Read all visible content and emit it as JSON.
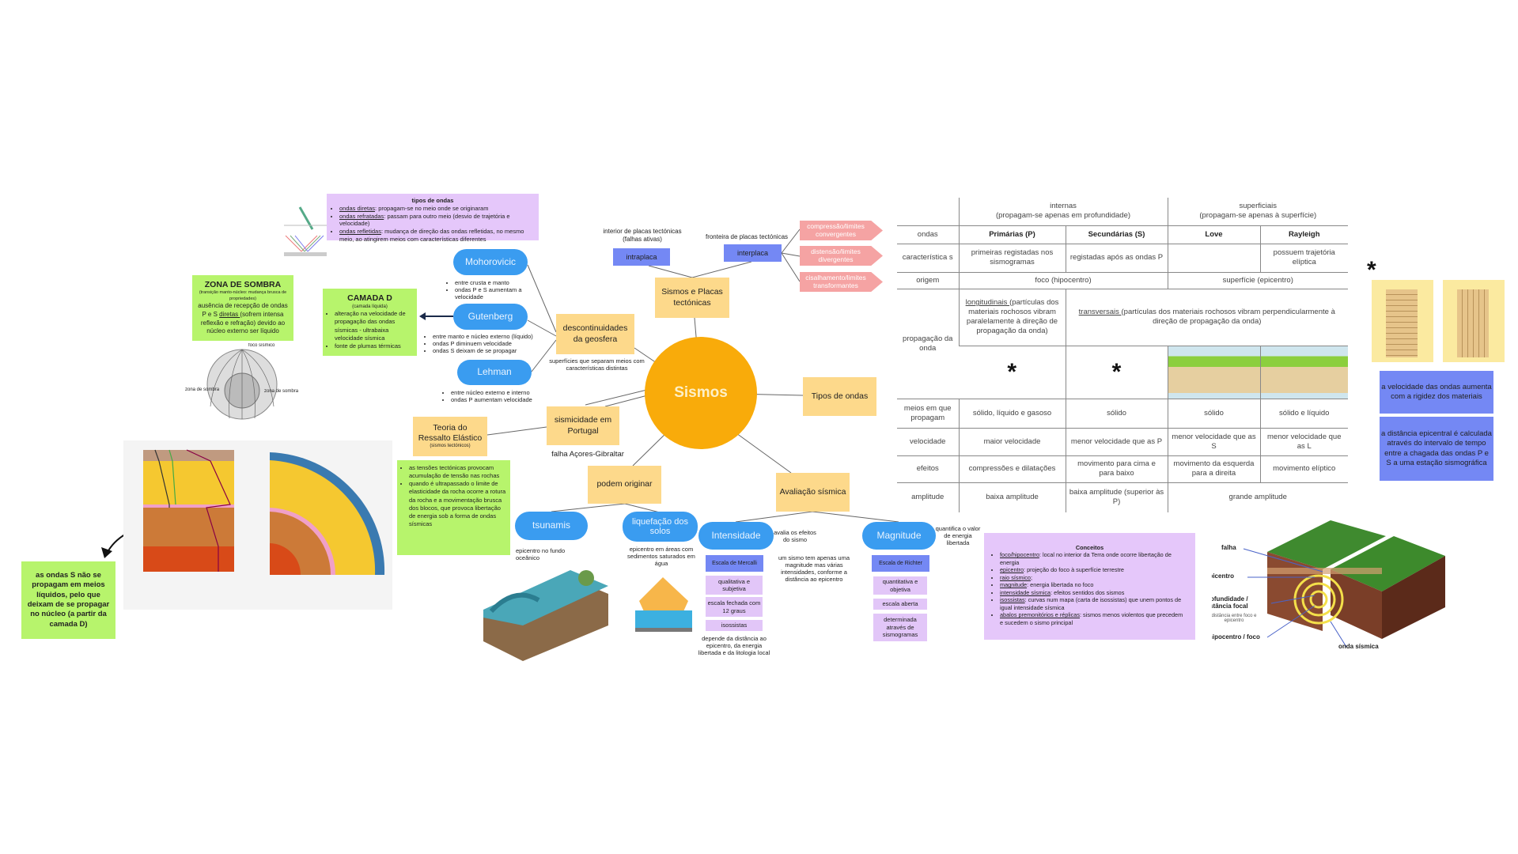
{
  "center": {
    "title": "Sismos"
  },
  "tipos_ondas_box": {
    "title": "tipos de ondas",
    "items": [
      {
        "term": "ondas diretas",
        "text": ": propagam-se no meio onde se originaram"
      },
      {
        "term": "ondas refratadas",
        "text": ": passam para outro meio (desvio de trajetória e velocidade)"
      },
      {
        "term": "ondas refletidas",
        "text": ": mudança de direção das ondas refletidas, no mesmo meio, ao atingirem meios com características diferentes"
      }
    ]
  },
  "discontinuities": {
    "label": "descontinuidades da geosfera",
    "note": "superfícies que separam meios com características distintas",
    "items": [
      {
        "name": "Mohorovicic",
        "bullets": [
          "entre crusta e manto",
          "ondas P e S aumentam a velocidade"
        ]
      },
      {
        "name": "Gutenberg",
        "bullets": [
          "entre  manto e núcleo externo (líquido)",
          "ondas P diminuem velocidade",
          "ondas S deixam de se propagar"
        ]
      },
      {
        "name": "Lehman",
        "bullets": [
          "entre núcleo externo e interno",
          "ondas P aumentam velocidade"
        ]
      }
    ]
  },
  "zona_sombra": {
    "title": "ZONA DE SOMBRA",
    "subtitle": "(transição manto-núcleo: mudança brusca de propriedades)",
    "text_before": "ausência de recepção de ondas P e S ",
    "term": "diretas ",
    "text_after": "(sofrem intensa reflexão e refração) devido ao núcleo externo ser líquido",
    "diagram_labels": {
      "focus": "foco sísmico",
      "left": "zona de sombra",
      "right": "zona de sombra"
    }
  },
  "camada_d": {
    "title": "CAMADA D",
    "subtitle": "(camada líquida)",
    "bullets": [
      "alteração na velocidade de propagação das ondas sísmicas - ultrabaixa velocidade sísmica",
      "fonte de plumas térmicas"
    ]
  },
  "placas": {
    "label": "Sismos e Placas tectónicas",
    "intraplaca": {
      "label": "intraplaca",
      "note": "interior de placas tectónicas (falhas ativas)"
    },
    "interplaca": {
      "label": "interplaca",
      "note": "fronteira de placas tectónicas"
    },
    "limits": [
      "compressão/limites convergentes",
      "distensão/limites divergentes",
      "cisalhamento/limites transformantes"
    ]
  },
  "tipos_ondas_node": {
    "label": "Tipos de ondas"
  },
  "portugal": {
    "label": "sismicidade em Portugal",
    "note": "falha Açores-Gibraltar"
  },
  "ressalto": {
    "title": "Teoria do Ressalto Elástico",
    "subtitle": "(sismos tectónicos)",
    "bullets": [
      "as tensões tectónicas provocam acumulação de tensão nas rochas",
      "quando é ultrapassado o limite de elasticidade da rocha ocorre a rotura da rocha e a movimentação brusca dos blocos, que provoca libertação de energia sob a forma de ondas sísmicas"
    ]
  },
  "podem": {
    "label": "podem originar",
    "tsunamis": {
      "label": "tsunamis",
      "note": "epicentro  no  fundo oceânico"
    },
    "liquefacao": {
      "label": "liquefação dos solos",
      "note": "epicentro em áreas com sedimentos saturados em água"
    }
  },
  "avaliacao": {
    "label": "Avaliação sísmica",
    "intensidade": {
      "label": "Intensidade",
      "note": "avalia os efeitos do sismo",
      "scale": "Escala de Mercalli",
      "props": [
        "qualitativa e subjetiva",
        "escala fechada com 12 graus",
        "isossistas"
      ],
      "depends": "depende da distância ao epicentro, da energia libertada e da litologia local"
    },
    "middle_note": "um sismo tem apenas uma magnitude mas várias intensidades, conforme a distância ao epicentro",
    "magnitude": {
      "label": "Magnitude",
      "note": "quantifica o valor de energia libertada",
      "scale": "Escala de Richter",
      "props": [
        "quantitativa e objetiva",
        "escala aberta",
        "determinada através de sismogramas"
      ]
    }
  },
  "table": {
    "groups": [
      {
        "title": "internas",
        "sub": "(propagam-se apenas em profundidade)"
      },
      {
        "title": "superficiais",
        "sub": "(propagam-se apenas à superfície)"
      }
    ],
    "rows": {
      "ondas": {
        "label": "ondas",
        "cells": [
          "Primárias (P)",
          "Secundárias (S)",
          "Love",
          "Rayleigh"
        ]
      },
      "caracteristicas": {
        "label": "característica s",
        "cells": [
          "primeiras registadas nos sismogramas",
          "registadas após as ondas P",
          "",
          "possuem trajetória elíptica"
        ]
      },
      "origem": {
        "label": "origem",
        "internas": "foco (hipocentro)",
        "superficiais": "superfície (epicentro)"
      },
      "propagacao": {
        "label": "propagação da onda",
        "long_term": "longitudinais ",
        "long_text": "(partículas dos materiais rochosos vibram paralelamente à direção de propagação da onda)",
        "trans_term": "transversais ",
        "trans_text": "(partículas dos materiais rochosos vibram perpendicularmente à direção de propagação da onda)",
        "star": "*"
      },
      "meios": {
        "label": "meios em que propagam",
        "cells": [
          "sólido, líquido e gasoso",
          "sólido",
          "sólido",
          "sólido e líquido"
        ]
      },
      "velocidade": {
        "label": "velocidade",
        "cells": [
          "maior velocidade",
          "menor velocidade que as P",
          "menor velocidade que as S",
          "menor velocidade que as L"
        ]
      },
      "efeitos": {
        "label": "efeitos",
        "cells": [
          "compressões e dilatações",
          "movimento para cima e para baixo",
          "movimento da esquerda para a direita",
          "movimento elíptico"
        ]
      },
      "amplitude": {
        "label": "amplitude",
        "cells": [
          "baixa amplitude",
          "baixa amplitude (superior às P)"
        ],
        "superficiais": "grande amplitude"
      }
    }
  },
  "right_notes": {
    "star": "*",
    "notes": [
      "a velocidade das ondas aumenta com a rigidez dos materiais",
      "a distância epicentral é calculada através do intervalo de tempo entre a chagada das ondas P e S a uma estação sismográfica"
    ]
  },
  "conceitos": {
    "title": "Conceitos",
    "items": [
      {
        "term": "foco/hipocentro",
        "text": ": local no interior da Terra onde ocorre libertação de energia"
      },
      {
        "term": "epicentro",
        "text": ": projeção do foco à superfície terrestre"
      },
      {
        "term": "raio sísmico",
        "text": ";"
      },
      {
        "term": "magnitude",
        "text": ": energia libertada no foco"
      },
      {
        "term": "intensidade sísmica",
        "text": ": efeitos sentidos dos sismos"
      },
      {
        "term": "isossistas",
        "text": ": curvas num mapa (carta de isossistas) que unem pontos de igual intensidade sísmica"
      },
      {
        "term": "abalos premonitórios e réplicas",
        "text": ": sismos menos violentos que precedem e sucedem o sismo principal"
      }
    ]
  },
  "fault_diagram": {
    "falha": "falha",
    "epicentro": "epicentro",
    "profundidade": "profundidade / distância focal",
    "prof_note": "distância entre foco e epicentro",
    "hipocentro": "hipocentro / foco",
    "onda": "onda sísmica"
  },
  "s_waves_note": "as ondas S não se propagam em meios líquidos, pelo que deixam de se propagar no núcleo (a partir da camada D)",
  "colors": {
    "center": "#f9ab0a",
    "pill": "#3a9cf0",
    "yellow": "#fdd98b",
    "green": "#b7f46c",
    "purple": "#e5c7fa",
    "violet": "#7488f4",
    "pink": "#f5a3a3"
  }
}
